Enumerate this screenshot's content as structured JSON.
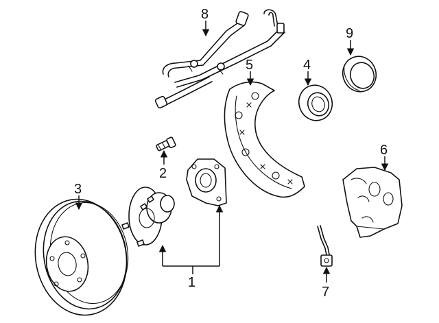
{
  "diagram": {
    "callouts": {
      "c1": "1",
      "c2": "2",
      "c3": "3",
      "c4": "4",
      "c5": "5",
      "c6": "6",
      "c7": "7",
      "c8": "8",
      "c9": "9"
    }
  },
  "icons": {
    "arrow": "arrowhead-icon"
  },
  "colors": {
    "ink": "#111111",
    "paper": "#ffffff"
  }
}
